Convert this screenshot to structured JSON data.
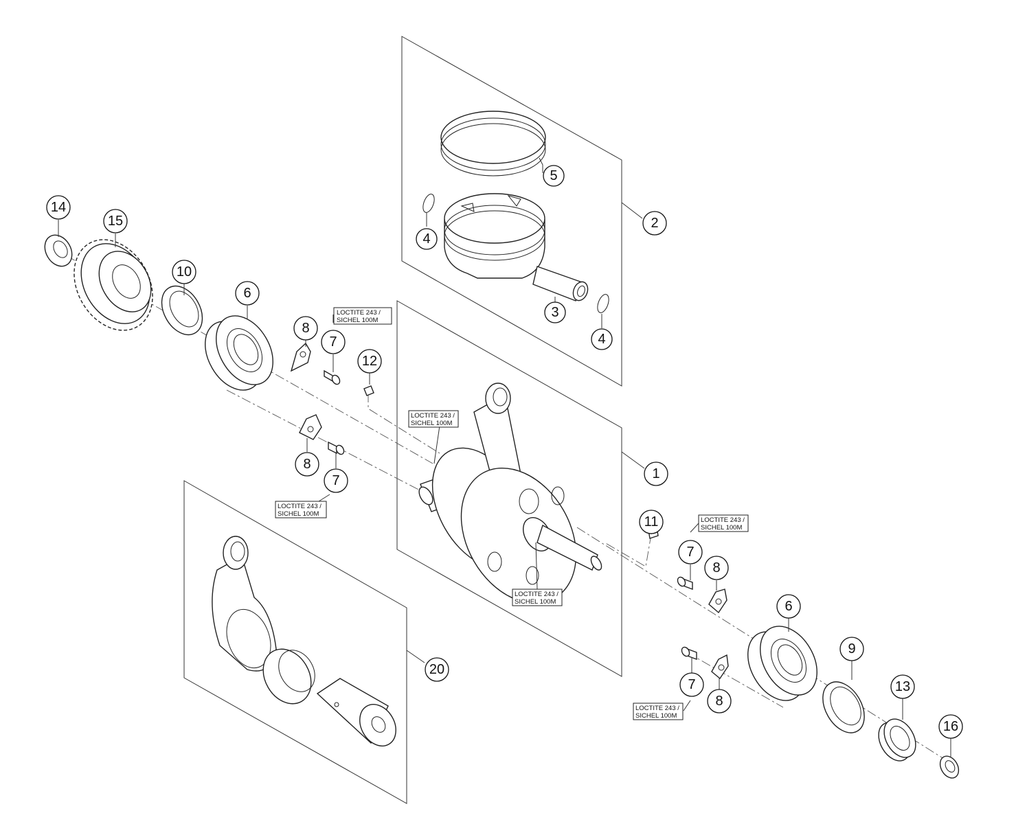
{
  "callouts": {
    "c1": "1",
    "c2": "2",
    "c3": "3",
    "c4a": "4",
    "c4b": "4",
    "c5": "5",
    "c6a": "6",
    "c6b": "6",
    "c7a": "7",
    "c7b": "7",
    "c7c": "7",
    "c7d": "7",
    "c8a": "8",
    "c8b": "8",
    "c8c": "8",
    "c8d": "8",
    "c9": "9",
    "c10": "10",
    "c11": "11",
    "c12": "12",
    "c13": "13",
    "c14": "14",
    "c15": "15",
    "c16": "16",
    "c20": "20"
  },
  "notes": {
    "n1": [
      "LOCTITE 243 /",
      "SICHEL 100M"
    ],
    "n2": [
      "LOCTITE 243 /",
      "SICHEL 100M"
    ],
    "n3": [
      "LOCTITE 243 /",
      "SICHEL 100M"
    ],
    "n4": [
      "LOCTITE 243 /",
      "SICHEL 100M"
    ],
    "n5": [
      "LOCTITE 243 /",
      "SICHEL 100M"
    ],
    "n6": [
      "LOCTITE 243 /",
      "SICHEL 100M"
    ]
  }
}
